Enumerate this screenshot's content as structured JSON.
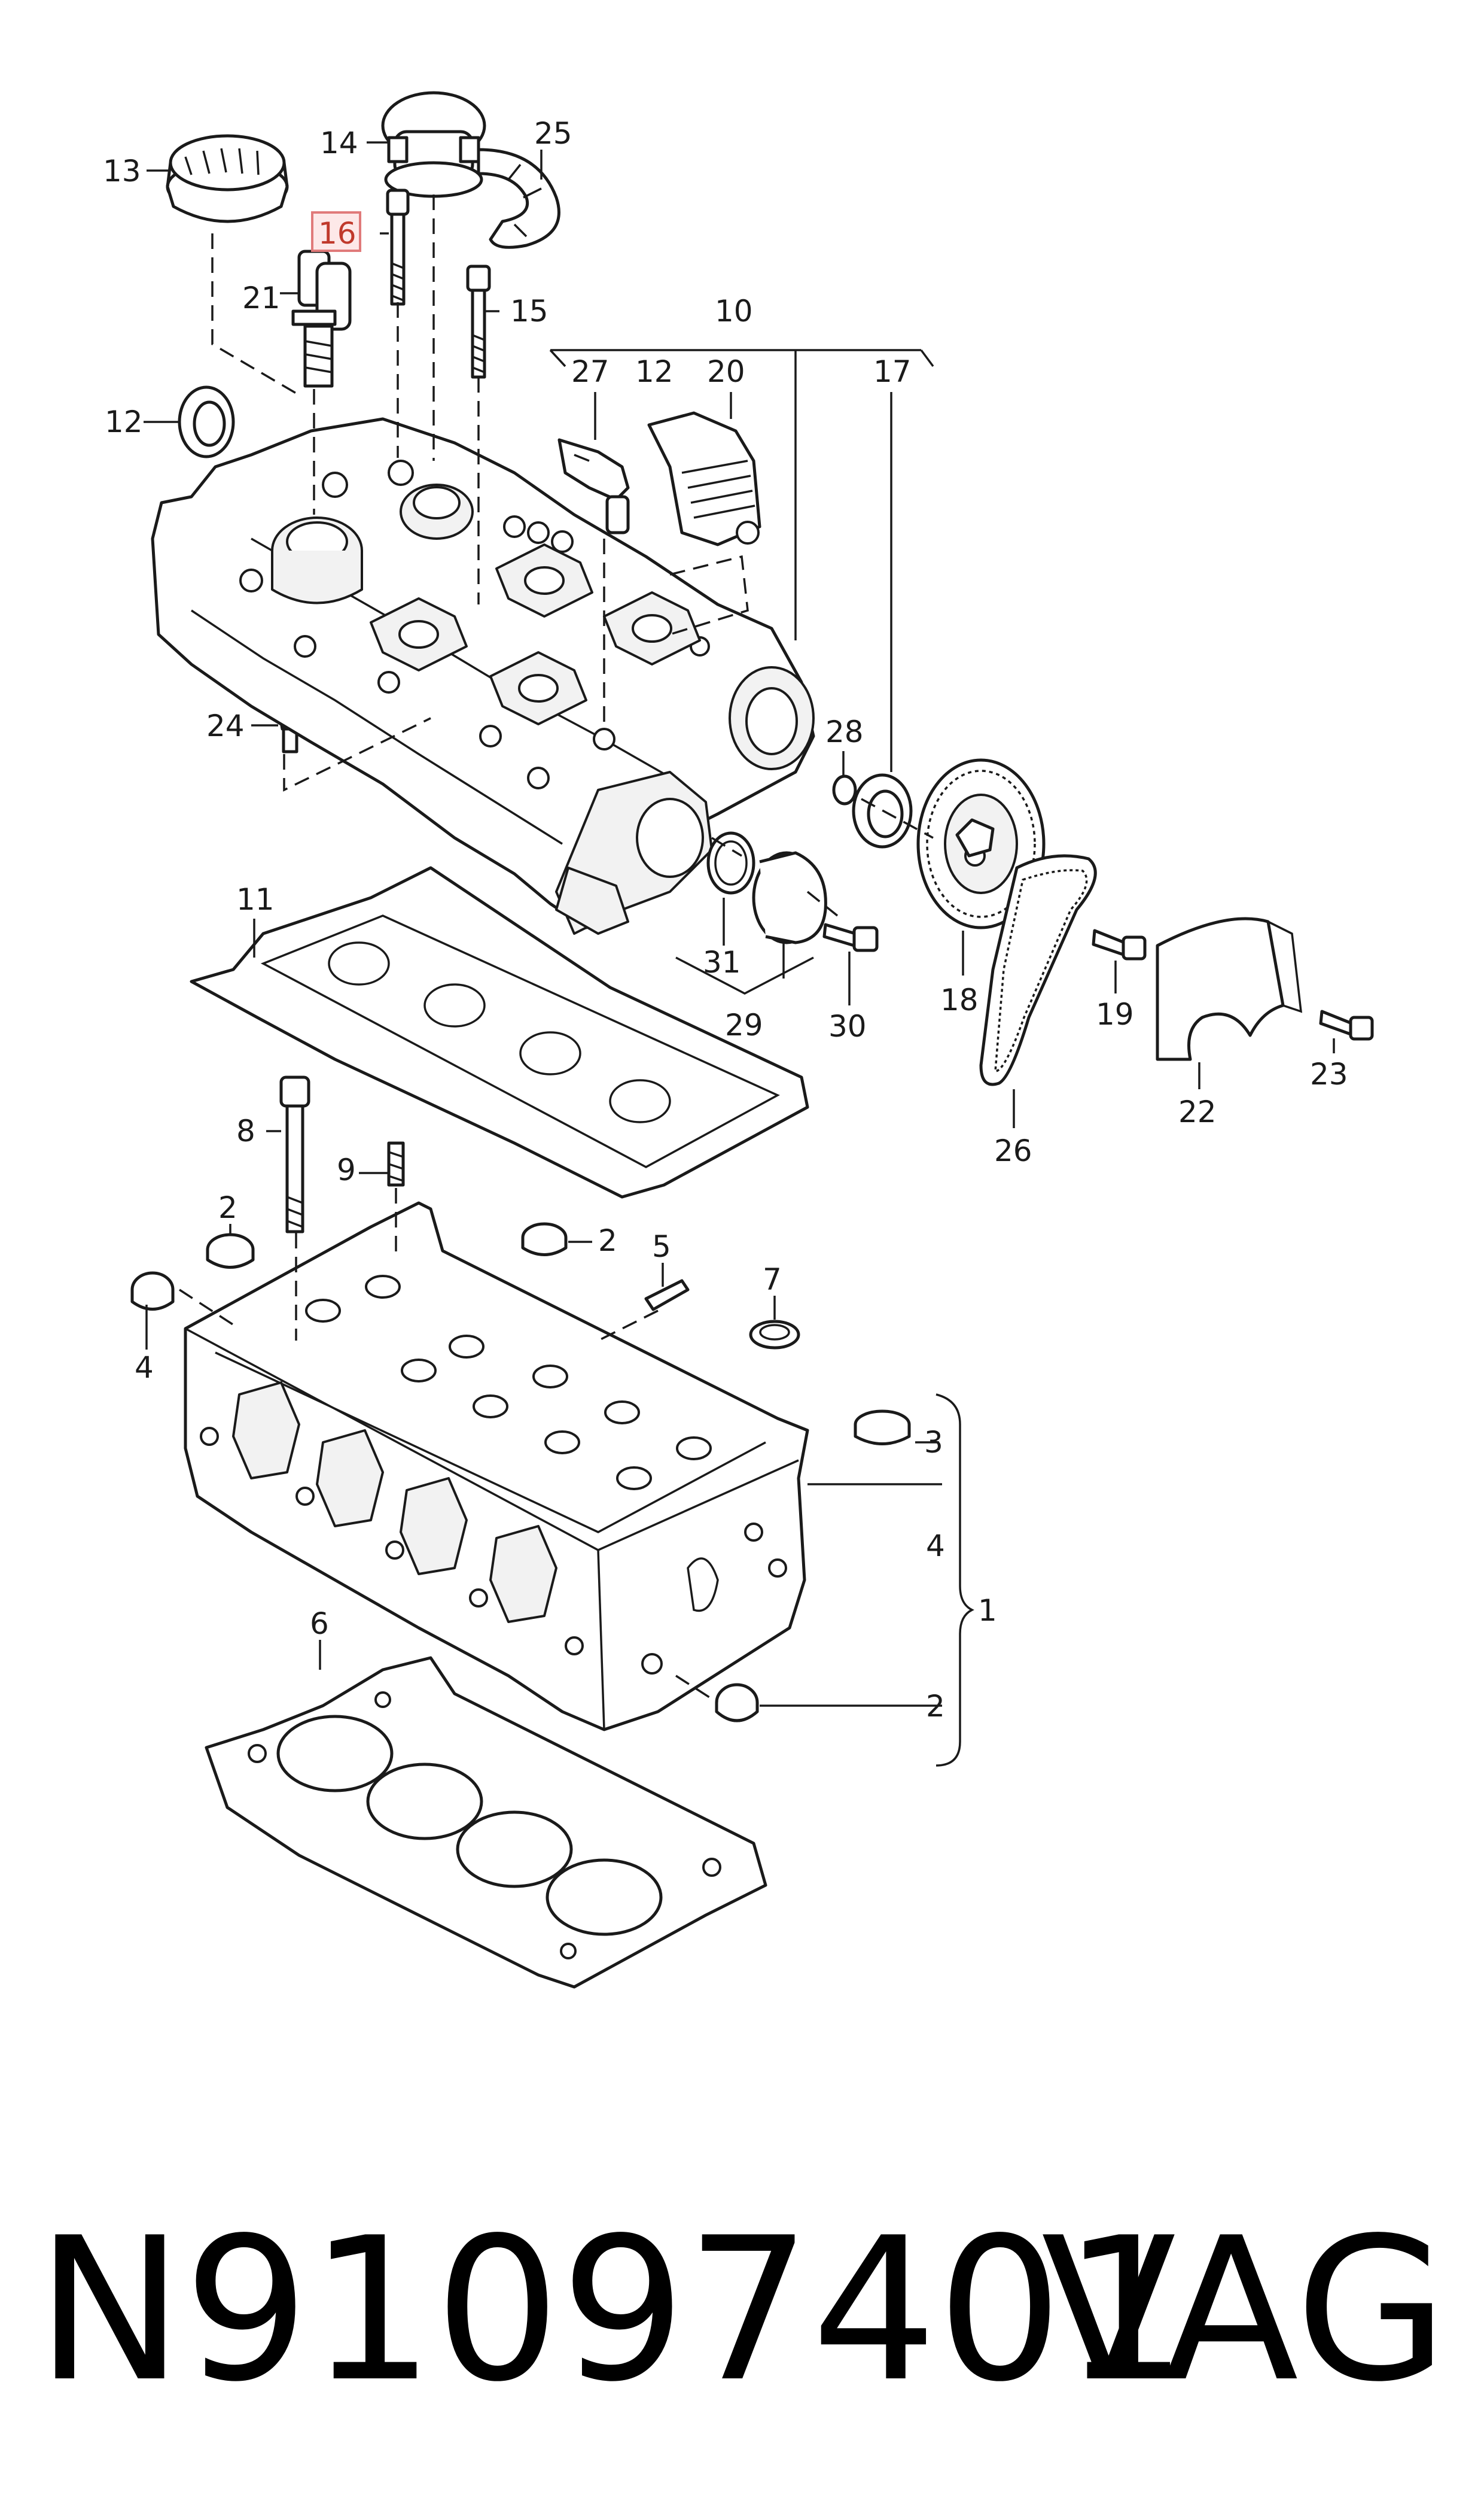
{
  "callouts": {
    "c1": "1",
    "c2a": "2",
    "c2b": "2",
    "c2c": "2",
    "c3": "3",
    "c4a": "4",
    "c4b": "4",
    "c5": "5",
    "c6": "6",
    "c7": "7",
    "c8": "8",
    "c9": "9",
    "c10": "10",
    "c11": "11",
    "c12a": "12",
    "c12b": "12",
    "c13": "13",
    "c14": "14",
    "c15": "15",
    "c16": "16",
    "c17": "17",
    "c18": "18",
    "c19": "19",
    "c20": "20",
    "c21": "21",
    "c22": "22",
    "c23": "23",
    "c24": "24",
    "c25": "25",
    "c26": "26",
    "c27": "27",
    "c28": "28",
    "c29": "29",
    "c30": "30",
    "c31": "31"
  },
  "highlighted_callout": "16",
  "footer": {
    "part_number": "N91097401",
    "brand": "VAG"
  },
  "colors": {
    "ink": "#1a1a1a",
    "highlight": "#e07a7a",
    "highlight_fill": "#fde8e8"
  }
}
